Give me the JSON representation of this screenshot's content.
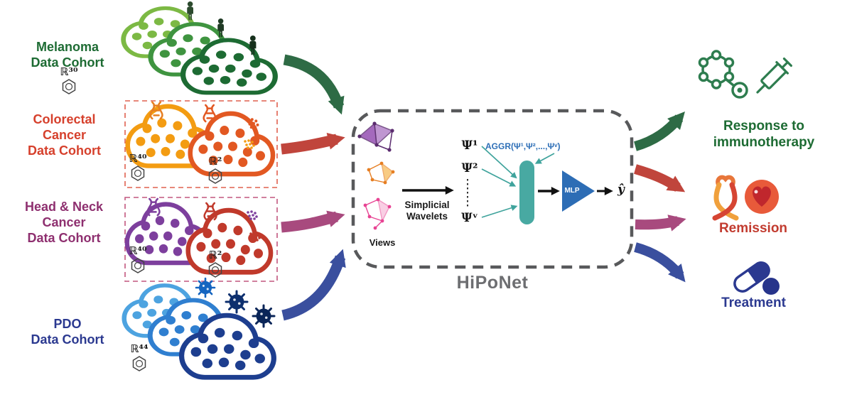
{
  "figure": {
    "cohorts": [
      {
        "id": "melanoma",
        "lines": [
          "Melanoma",
          "Data Cohort"
        ],
        "dims": [
          "ℝ³⁰"
        ],
        "color": "#1d6b33"
      },
      {
        "id": "colorectal",
        "lines": [
          "Colorectal",
          "Cancer",
          "Data Cohort"
        ],
        "dims": [
          "ℝ⁴⁰",
          "ℝ²"
        ],
        "color": "#d6402c"
      },
      {
        "id": "head-neck",
        "lines": [
          "Head & Neck",
          "Cancer",
          "Data Cohort"
        ],
        "dims": [
          "ℝ⁴⁰",
          "ℝ²"
        ],
        "color": "#8e2f6f"
      },
      {
        "id": "pdo",
        "lines": [
          "PDO",
          "Data Cohort"
        ],
        "dims": [
          "ℝ⁴⁴"
        ],
        "color": "#2b3990"
      }
    ],
    "model": {
      "title": "HiPoNet",
      "views_label": "Views",
      "wavelets_lines": [
        "Simplicial",
        "Wavelets"
      ],
      "psi": [
        "Ψ¹",
        "Ψ²",
        "Ψᵛ"
      ],
      "aggr": "AGGR(Ψ¹,Ψ²,...,Ψᵛ)",
      "mlp": "MLP",
      "yhat": "ŷ"
    },
    "outputs": [
      {
        "id": "immunotherapy",
        "lines": [
          "Response to",
          "immunotherapy"
        ],
        "color": "#1d6b33"
      },
      {
        "id": "remission",
        "lines": [
          "Remission"
        ],
        "color": "#c23b2f"
      },
      {
        "id": "treatment",
        "lines": [
          "Treatment"
        ],
        "color": "#2b3990"
      }
    ],
    "accents": {
      "green": "#2e6b45",
      "red": "#c0453c",
      "magenta": "#a84a7e",
      "blue": "#3a4f9e",
      "teal": "#3fa39c",
      "mlp_blue": "#2d6db5",
      "box_gray": "#58595b"
    }
  }
}
